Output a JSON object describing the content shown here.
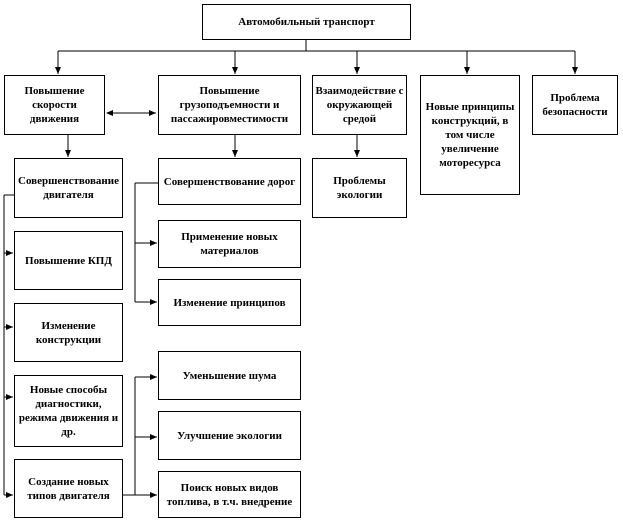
{
  "root": "Автомобильный транспорт",
  "level1": [
    "Повышение скорости движения",
    "Повышение грузоподъемности и пассажировместимости",
    "Взаимодействие с окружающей средой",
    "Новые принципы конструкций, в том числе увеличение моторесурса",
    "Проблема безопасности"
  ],
  "level2": {
    "engine": "Совершенствование двигателя",
    "roads": "Совершенствование дорог",
    "ecology": "Проблемы экологии"
  },
  "engine_items": [
    "Повышение КПД",
    "Изменение конструкции",
    "Новые способы диагностики, режима движения и др.",
    "Создание новых типов двигателя"
  ],
  "roads_items": [
    "Применение новых материалов",
    "Изменение принципов"
  ],
  "new_engine_items": [
    "Уменьшение шума",
    "Улучшение экологии",
    "Поиск новых видов топлива, в т.ч. внедрение"
  ]
}
